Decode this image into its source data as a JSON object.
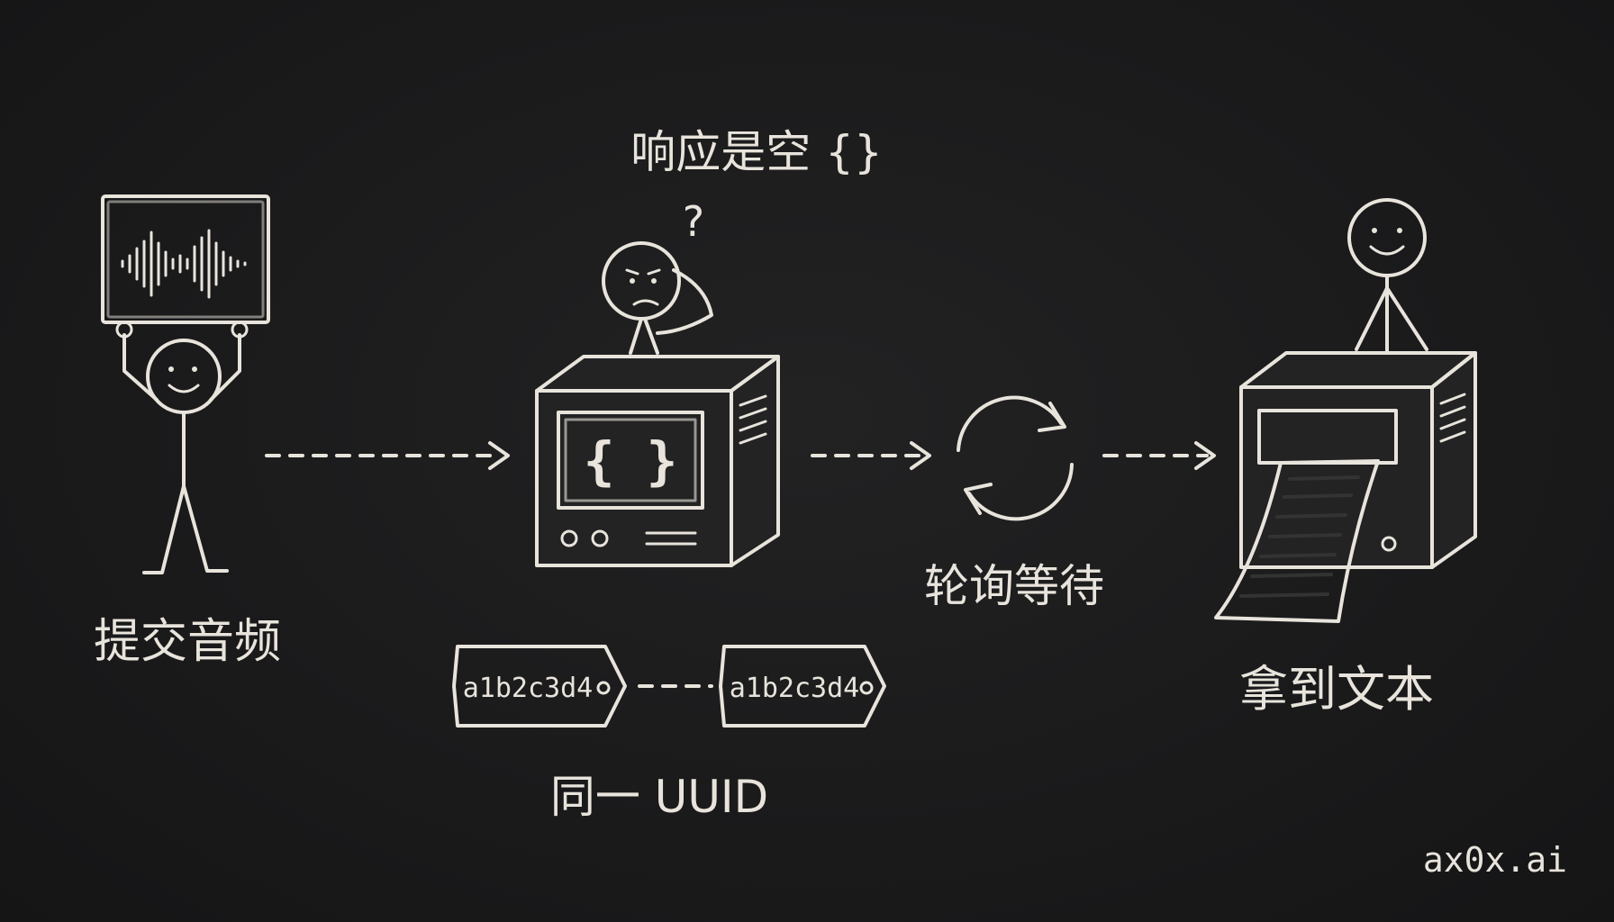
{
  "labels": {
    "submit_audio": "提交音频",
    "response_empty": "响应是空 {}",
    "question_mark": "?",
    "braces": "{ }",
    "polling_wait": "轮询等待",
    "get_text": "拿到文本",
    "same_uuid": "同一 UUID",
    "uuid_left": "a1b2c3d4",
    "uuid_right": "a1b2c3d4",
    "watermark": "ax0x.ai"
  },
  "colors": {
    "background": "#1a1a1b",
    "chalk": "#e8e4dc",
    "box_dark": "#2a2a2b"
  },
  "icons": [
    "audio-waveform-icon",
    "stick-figure-icon",
    "server-box-icon",
    "refresh-cycle-icon",
    "printer-icon",
    "uuid-tag-icon"
  ]
}
